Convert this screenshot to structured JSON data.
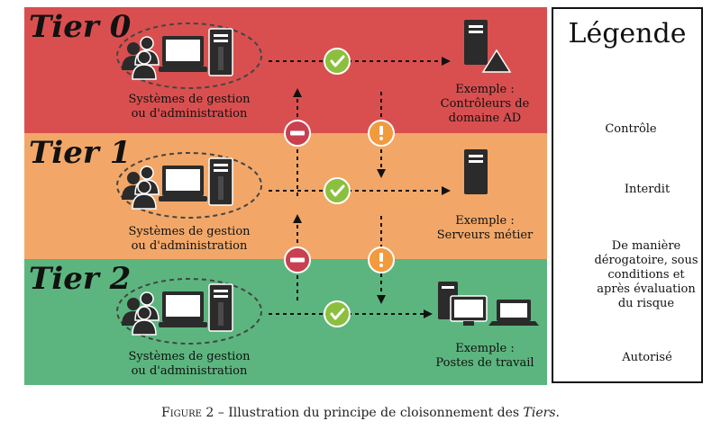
{
  "tiers": [
    {
      "title": "Tier 0",
      "system_line1": "Systèmes de gestion",
      "system_line2": "ou d'administration",
      "example_line1": "Exemple :",
      "example_line2": "Contrôleurs de",
      "example_line3": "domaine AD"
    },
    {
      "title": "Tier 1",
      "system_line1": "Systèmes de gestion",
      "system_line2": "ou d'administration",
      "example_line1": "Exemple :",
      "example_line2": "Serveurs métier",
      "example_line3": ""
    },
    {
      "title": "Tier 2",
      "system_line1": "Systèmes de gestion",
      "system_line2": "ou d'administration",
      "example_line1": "Exemple :",
      "example_line2": "Postes de travail",
      "example_line3": ""
    }
  ],
  "legend": {
    "title": "Légende",
    "control": "Contrôle",
    "forbidden": "Interdit",
    "exception_lines": [
      "De manière",
      "dérogatoire, sous",
      "conditions et",
      "après évaluation",
      "du risque"
    ],
    "allowed": "Autorisé"
  },
  "caption": {
    "prefix": "Figure 2",
    "text": " – Illustration du principe de cloisonnement des ",
    "emph": "Tiers",
    "end": "."
  },
  "colors": {
    "tier0": "#d94f4f",
    "tier1": "#f2a768",
    "tier2": "#5cb57f",
    "forbidden": "#c94050",
    "exception": "#f29a3e",
    "allowed": "#8cbf3f"
  }
}
